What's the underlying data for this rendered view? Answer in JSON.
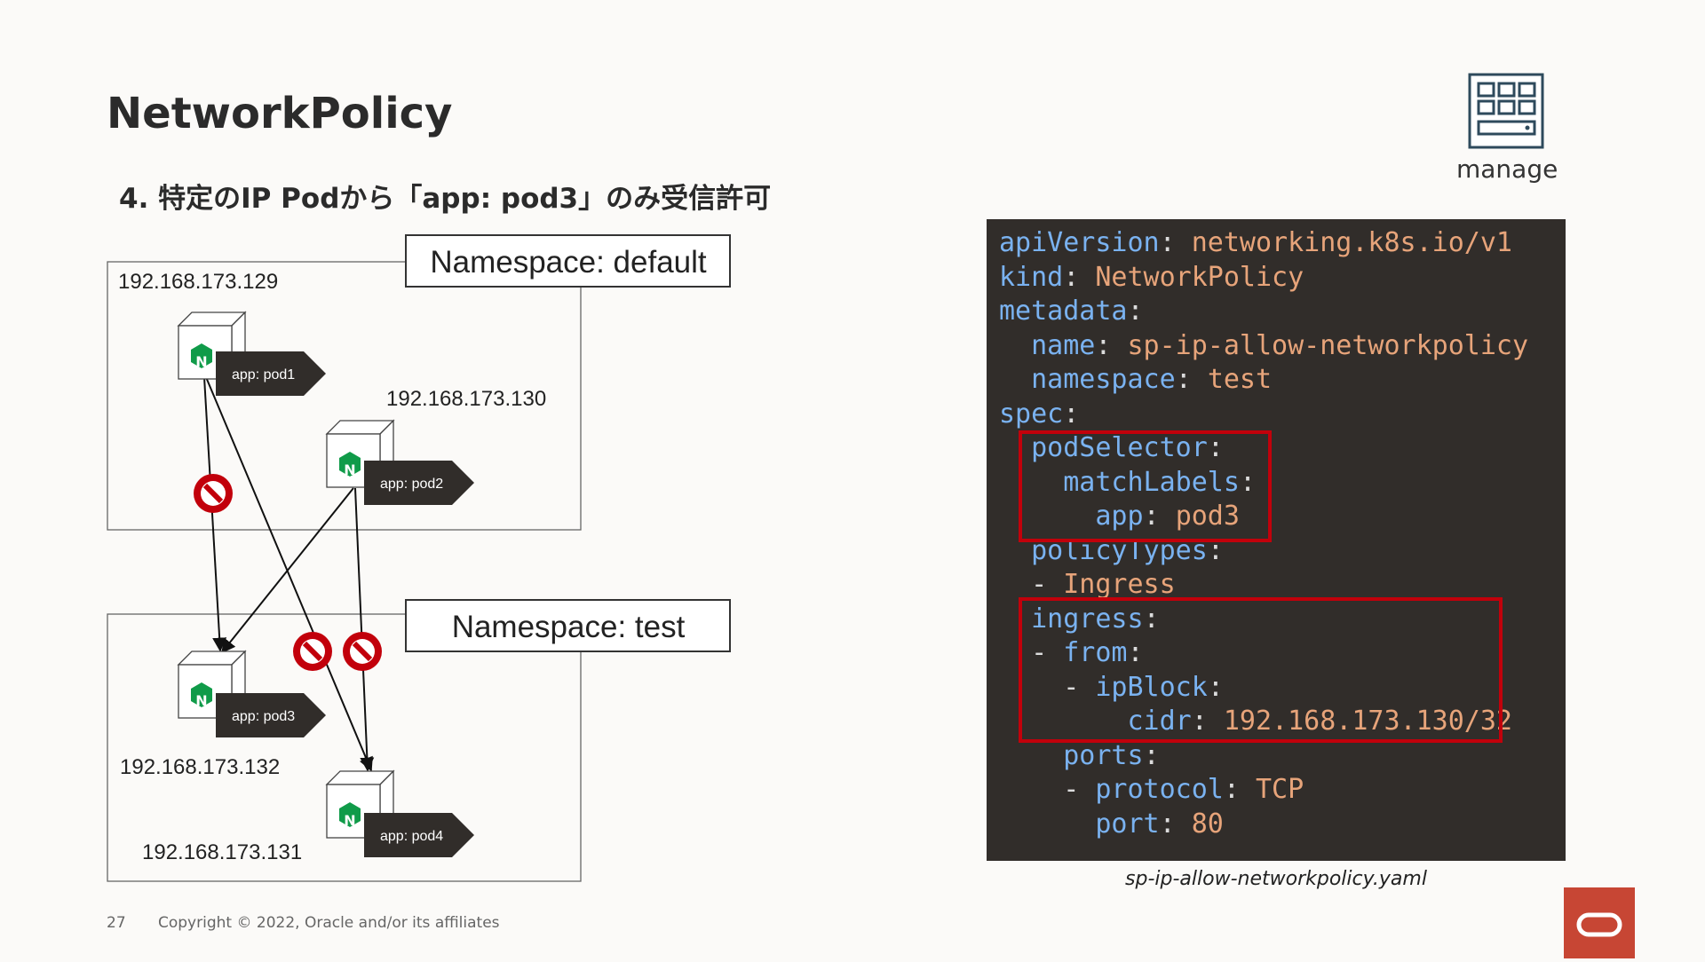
{
  "title": "NetworkPolicy",
  "subtitle": "4. 特定のIP Podから「app: pod3」のみ受信許可",
  "namespaces": {
    "default": "Namespace: default",
    "test": "Namespace: test"
  },
  "pods": [
    {
      "label": "app: pod1",
      "ip": "192.168.173.129"
    },
    {
      "label": "app: pod2",
      "ip": "192.168.173.130"
    },
    {
      "label": "app: pod3",
      "ip": "192.168.173.132"
    },
    {
      "label": "app: pod4",
      "ip": "192.168.173.131"
    }
  ],
  "pod_logo_letter": "N",
  "code_lines": [
    [
      {
        "t": "k",
        "s": "apiVersion"
      },
      {
        "t": "p",
        "s": ": "
      },
      {
        "t": "v",
        "s": "networking.k8s.io/v1"
      }
    ],
    [
      {
        "t": "k",
        "s": "kind"
      },
      {
        "t": "p",
        "s": ": "
      },
      {
        "t": "v",
        "s": "NetworkPolicy"
      }
    ],
    [
      {
        "t": "k",
        "s": "metadata"
      },
      {
        "t": "p",
        "s": ":"
      }
    ],
    [
      {
        "t": "p",
        "s": "  "
      },
      {
        "t": "k",
        "s": "name"
      },
      {
        "t": "p",
        "s": ": "
      },
      {
        "t": "v",
        "s": "sp-ip-allow-networkpolicy"
      }
    ],
    [
      {
        "t": "p",
        "s": "  "
      },
      {
        "t": "k",
        "s": "namespace"
      },
      {
        "t": "p",
        "s": ": "
      },
      {
        "t": "v",
        "s": "test"
      }
    ],
    [
      {
        "t": "k",
        "s": "spec"
      },
      {
        "t": "p",
        "s": ":"
      }
    ],
    [
      {
        "t": "p",
        "s": "  "
      },
      {
        "t": "k",
        "s": "podSelector"
      },
      {
        "t": "p",
        "s": ":"
      }
    ],
    [
      {
        "t": "p",
        "s": "    "
      },
      {
        "t": "k",
        "s": "matchLabels"
      },
      {
        "t": "p",
        "s": ":"
      }
    ],
    [
      {
        "t": "p",
        "s": "      "
      },
      {
        "t": "k",
        "s": "app"
      },
      {
        "t": "p",
        "s": ": "
      },
      {
        "t": "v",
        "s": "pod3"
      }
    ],
    [
      {
        "t": "p",
        "s": "  "
      },
      {
        "t": "k",
        "s": "policyTypes"
      },
      {
        "t": "p",
        "s": ":"
      }
    ],
    [
      {
        "t": "p",
        "s": "  - "
      },
      {
        "t": "v",
        "s": "Ingress"
      }
    ],
    [
      {
        "t": "p",
        "s": "  "
      },
      {
        "t": "k",
        "s": "ingress"
      },
      {
        "t": "p",
        "s": ":"
      }
    ],
    [
      {
        "t": "p",
        "s": "  - "
      },
      {
        "t": "k",
        "s": "from"
      },
      {
        "t": "p",
        "s": ":"
      }
    ],
    [
      {
        "t": "p",
        "s": "    - "
      },
      {
        "t": "k",
        "s": "ipBlock"
      },
      {
        "t": "p",
        "s": ":"
      }
    ],
    [
      {
        "t": "p",
        "s": "        "
      },
      {
        "t": "k",
        "s": "cidr"
      },
      {
        "t": "p",
        "s": ": "
      },
      {
        "t": "v",
        "s": "192.168.173.130/32"
      }
    ],
    [
      {
        "t": "p",
        "s": "    "
      },
      {
        "t": "k",
        "s": "ports"
      },
      {
        "t": "p",
        "s": ":"
      }
    ],
    [
      {
        "t": "p",
        "s": "    - "
      },
      {
        "t": "k",
        "s": "protocol"
      },
      {
        "t": "p",
        "s": ": "
      },
      {
        "t": "v",
        "s": "TCP"
      }
    ],
    [
      {
        "t": "p",
        "s": "      "
      },
      {
        "t": "k",
        "s": "port"
      },
      {
        "t": "p",
        "s": ": "
      },
      {
        "t": "v",
        "s": "80"
      }
    ]
  ],
  "code_caption": "sp-ip-allow-networkpolicy.yaml",
  "manage_label": "manage",
  "manage_icon": "server-rack-icon",
  "footer": {
    "page_number": "27",
    "copyright": "Copyright © 2022, Oracle and/or its affiliates"
  },
  "colors": {
    "accent_red": "#c2000b",
    "code_bg": "#312d2a",
    "code_key": "#7ab2f0",
    "code_value": "#e7a47a",
    "nginx_green": "#109b49",
    "oracle_red": "#c74634"
  }
}
